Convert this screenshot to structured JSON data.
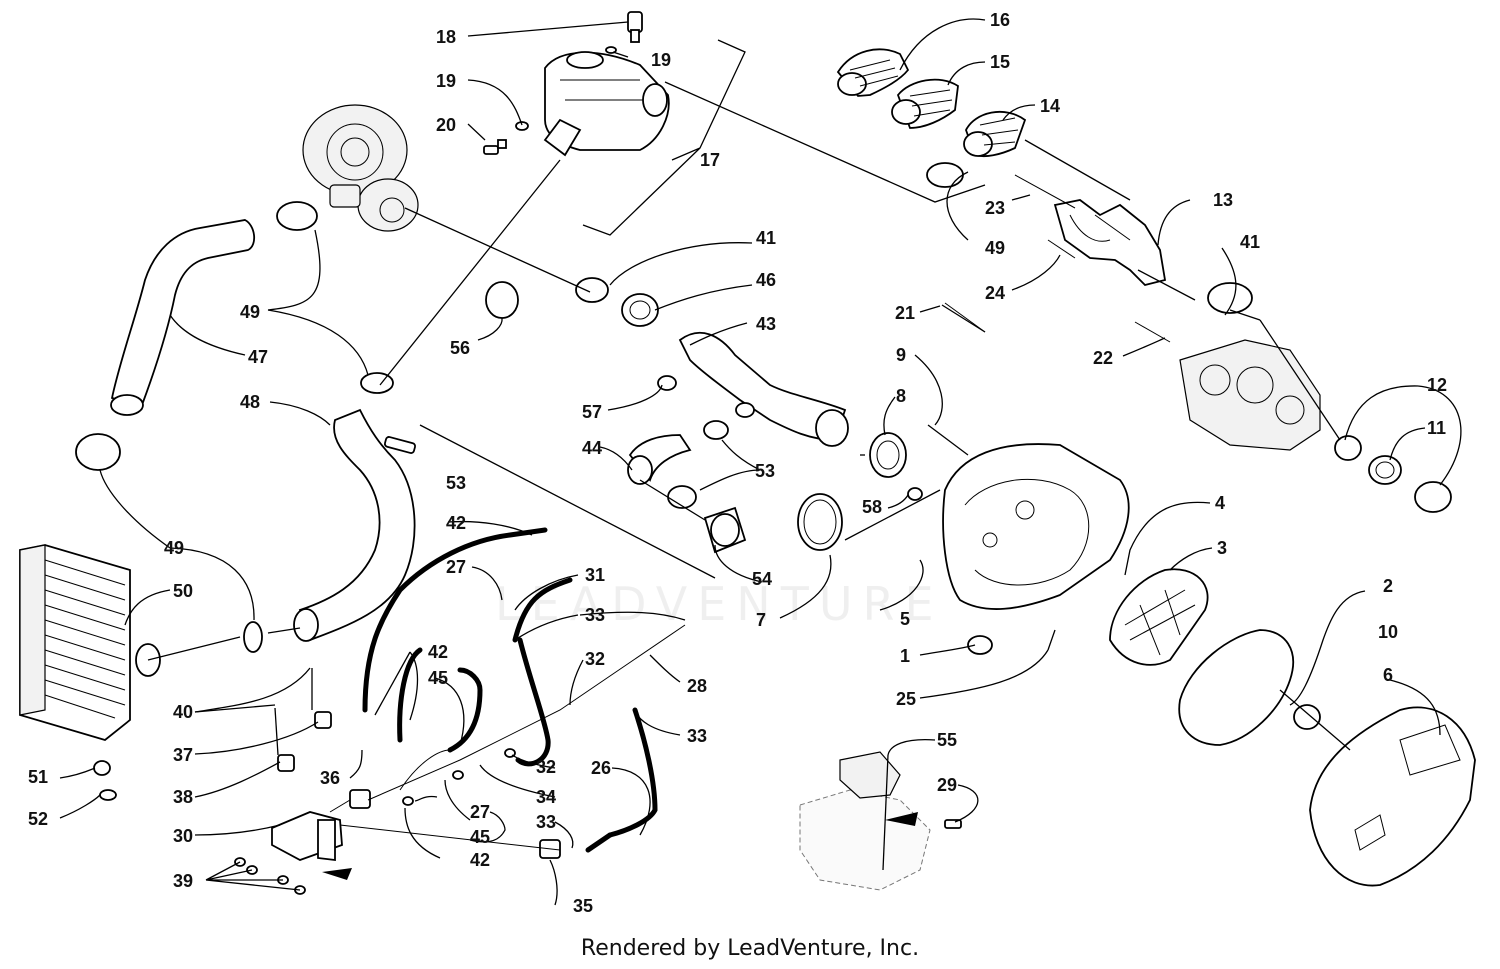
{
  "footer": "Rendered by LeadVenture, Inc.",
  "watermark": "LEADVENTURE",
  "callouts": [
    "18",
    "19",
    "19",
    "20",
    "17",
    "16",
    "15",
    "14",
    "23",
    "49",
    "13",
    "24",
    "21",
    "41",
    "22",
    "41",
    "46",
    "43",
    "56",
    "49",
    "47",
    "48",
    "57",
    "53",
    "53",
    "44",
    "9",
    "8",
    "12",
    "11",
    "58",
    "4",
    "3",
    "7",
    "54",
    "49",
    "50",
    "42",
    "27",
    "31",
    "33",
    "32",
    "28",
    "42",
    "45",
    "5",
    "2",
    "10",
    "6",
    "1",
    "25",
    "40",
    "37",
    "38",
    "36",
    "32",
    "34",
    "33",
    "26",
    "55",
    "29",
    "51",
    "52",
    "30",
    "27",
    "45",
    "33",
    "42",
    "39",
    "35"
  ]
}
